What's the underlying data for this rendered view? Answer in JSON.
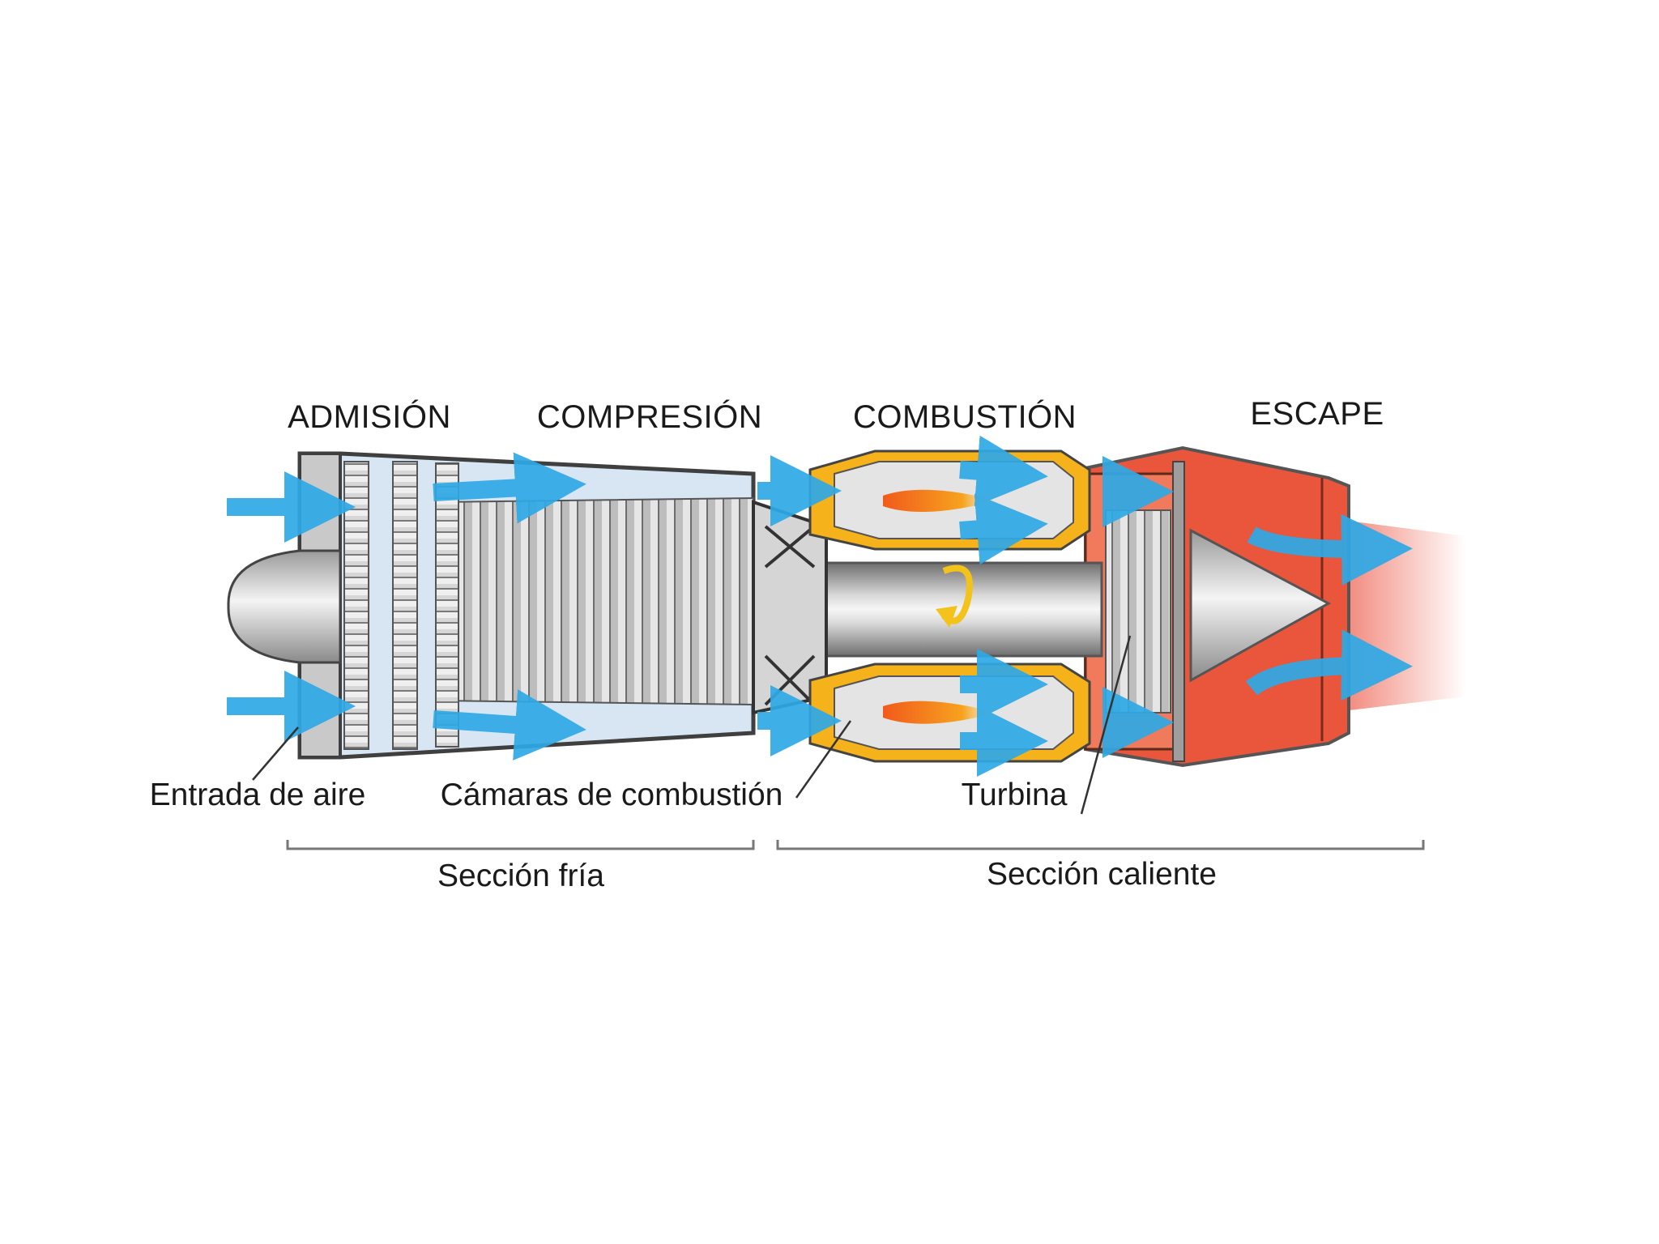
{
  "stages": {
    "admision": "ADMISIÓN",
    "compresion": "COMPRESIÓN",
    "combustion": "COMBUSTIÓN",
    "escape": "ESCAPE"
  },
  "parts": {
    "entrada_de_aire": "Entrada de aire",
    "camaras_de_combustion": "Cámaras de combustión",
    "turbina": "Turbina"
  },
  "sections": {
    "fria": "Sección fría",
    "caliente": "Sección caliente"
  },
  "colors": {
    "airflow": "#2fa9e6",
    "casing": "#8f8f8f",
    "combustion_liner": "#f5b21a",
    "flame": "#f07a1d",
    "hot_section": "#e9563b"
  }
}
